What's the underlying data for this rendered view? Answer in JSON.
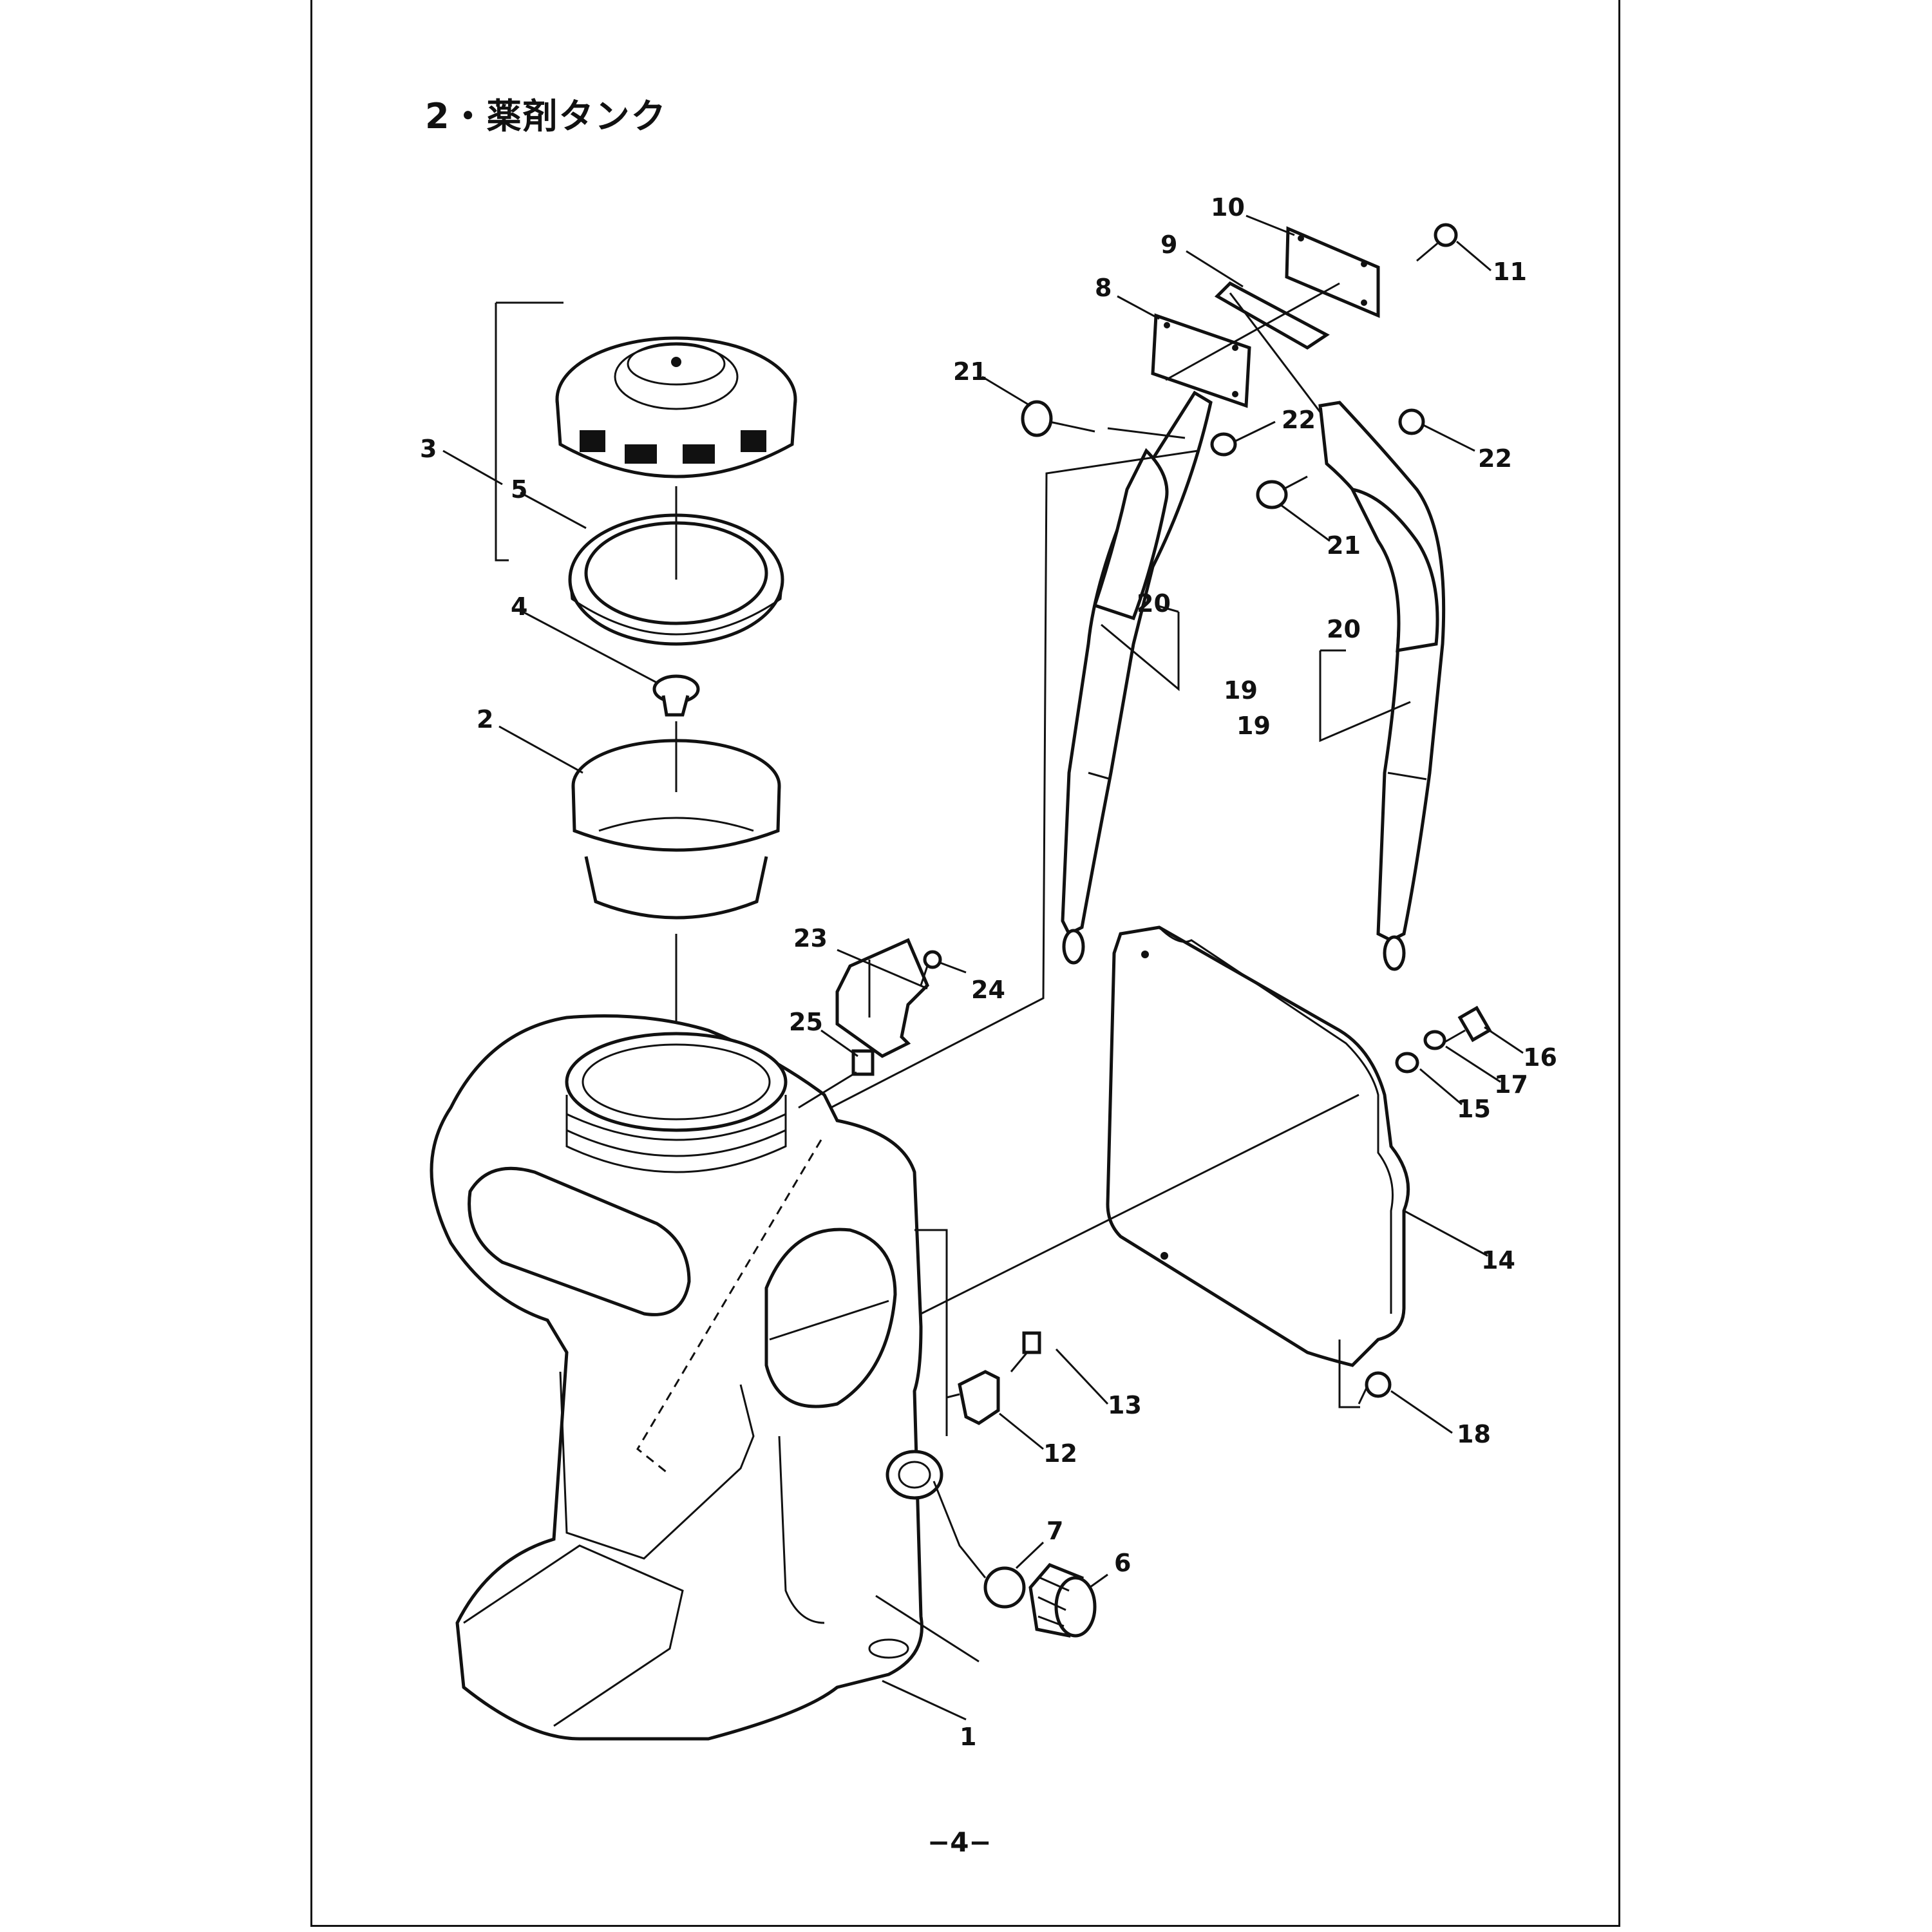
{
  "title": "2・薬剤タンク",
  "page_number": "−4−",
  "callouts": {
    "p1": "1",
    "p2": "2",
    "p3": "3",
    "p4": "4",
    "p5": "5",
    "p6": "6",
    "p7": "7",
    "p8": "8",
    "p9": "9",
    "p10": "10",
    "p11": "11",
    "p12": "12",
    "p13": "13",
    "p14": "14",
    "p15": "15",
    "p16": "16",
    "p17": "17",
    "p18": "18",
    "p19a": "19",
    "p19b": "19",
    "p20a": "20",
    "p20b": "20",
    "p21a": "21",
    "p21b": "21",
    "p22a": "22",
    "p22b": "22",
    "p23": "23",
    "p24": "24",
    "p25": "25"
  }
}
